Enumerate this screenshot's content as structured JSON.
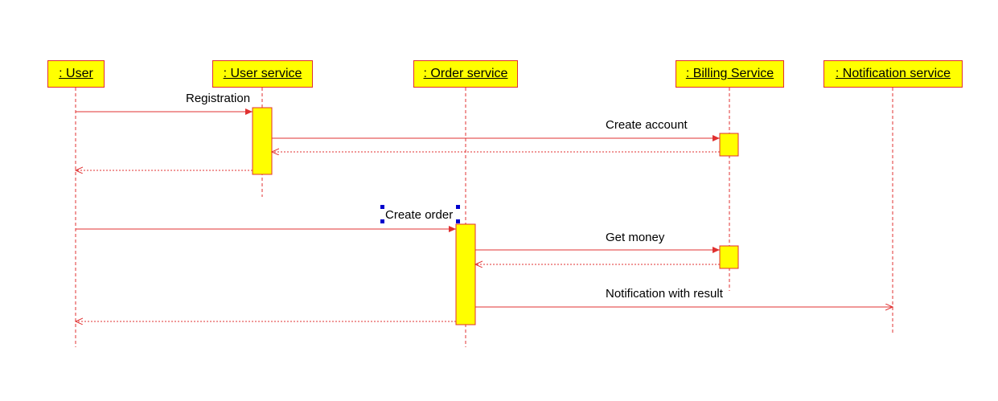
{
  "diagram": {
    "type": "sequence",
    "lifelines": [
      {
        "id": "user",
        "label": ": User"
      },
      {
        "id": "user_service",
        "label": ": User service"
      },
      {
        "id": "order_service",
        "label": ": Order service"
      },
      {
        "id": "billing_service",
        "label": ": Billing Service"
      },
      {
        "id": "notification_service",
        "label": ": Notification service"
      }
    ],
    "messages": [
      {
        "label": "Registration",
        "from": "user",
        "to": "user_service",
        "kind": "call"
      },
      {
        "label": "Create account",
        "from": "user_service",
        "to": "billing_service",
        "kind": "call"
      },
      {
        "label": "",
        "from": "billing_service",
        "to": "user_service",
        "kind": "return"
      },
      {
        "label": "",
        "from": "user_service",
        "to": "user",
        "kind": "return"
      },
      {
        "label": "Create order",
        "from": "user",
        "to": "order_service",
        "kind": "call",
        "selected": true
      },
      {
        "label": "Get money",
        "from": "order_service",
        "to": "billing_service",
        "kind": "call"
      },
      {
        "label": "",
        "from": "billing_service",
        "to": "order_service",
        "kind": "return"
      },
      {
        "label": "Notification with result",
        "from": "order_service",
        "to": "notification_service",
        "kind": "async"
      },
      {
        "label": "",
        "from": "order_service",
        "to": "user",
        "kind": "return"
      }
    ],
    "colors": {
      "box_fill": "#ffff00",
      "line": "#e03030",
      "selection_handle": "#0000cc"
    }
  }
}
